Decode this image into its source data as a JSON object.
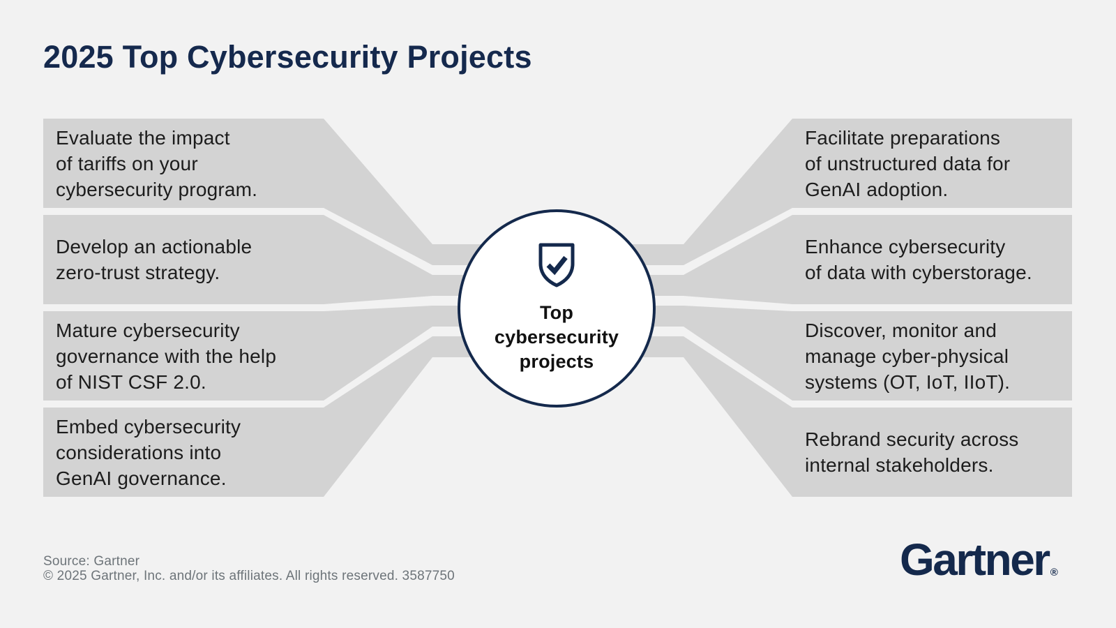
{
  "title": "2025 Top Cybersecurity Projects",
  "colors": {
    "navy": "#15294d",
    "box_gray": "#d3d3d3",
    "background": "#f2f2f2",
    "text_dark": "#1c1c1c",
    "footer_gray": "#6d7479",
    "circle_fill": "#ffffff"
  },
  "center": {
    "icon": "shield-check-icon",
    "label": "Top\ncybersecurity\nprojects"
  },
  "left_items": [
    {
      "text": "Evaluate the impact\nof tariffs on your\ncybersecurity program."
    },
    {
      "text": "Develop an actionable\nzero-trust strategy."
    },
    {
      "text": "Mature cybersecurity\ngovernance with the help\nof NIST CSF 2.0."
    },
    {
      "text": "Embed cybersecurity\nconsiderations into\nGenAI governance."
    }
  ],
  "right_items": [
    {
      "text": "Facilitate preparations\nof unstructured data for\nGenAI adoption."
    },
    {
      "text": "Enhance cybersecurity\nof data with cyberstorage."
    },
    {
      "text": "Discover, monitor and\nmanage cyber-physical\nsystems (OT, IoT, IIoT)."
    },
    {
      "text": "Rebrand security across\ninternal stakeholders."
    }
  ],
  "footer": {
    "source": "Source: Gartner",
    "copyright": "© 2025 Gartner, Inc. and/or its affiliates. All rights reserved. 3587750"
  },
  "logo": {
    "text": "Gartner",
    "registered": "®"
  }
}
